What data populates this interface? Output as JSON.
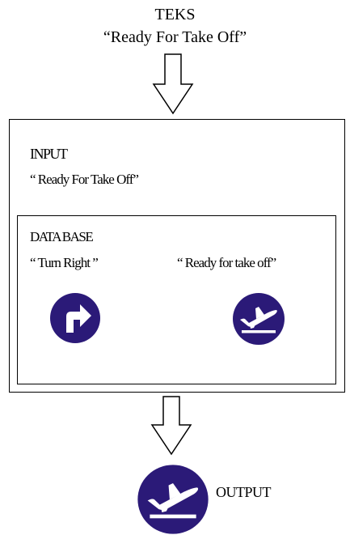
{
  "teks": {
    "title": "TEKS",
    "text": "“Ready For Take Off”"
  },
  "input": {
    "label": "INPUT",
    "text": "“ Ready For Take Off”"
  },
  "database": {
    "label": "DATA BASE",
    "left_text": "“ Turn Right ”",
    "right_text": "“ Ready for take off”"
  },
  "output": {
    "label": "OUTPUT"
  },
  "icons": {
    "turn_right": "turn-right-sign-icon",
    "takeoff": "airplane-takeoff-sign-icon"
  },
  "colors": {
    "sign_fill": "#2b1a78",
    "sign_symbol": "#ffffff"
  }
}
